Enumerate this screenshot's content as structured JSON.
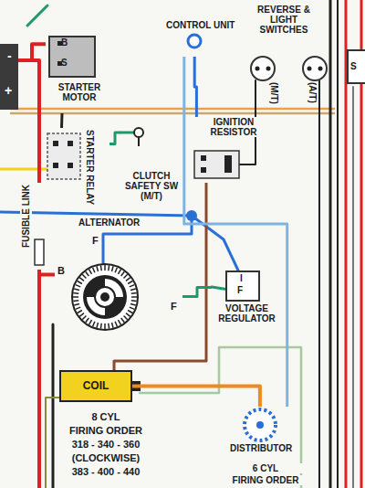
{
  "diagram": {
    "nodes": [
      {
        "text": [
          "-",
          "+"
        ]
      },
      {
        "text": [
          "B",
          "S",
          "STARTER MOTOR"
        ]
      },
      {
        "text": [
          "STARTER RELAY"
        ]
      },
      {
        "text": [
          "CLUTCH SAFETY SW (M/T)"
        ]
      },
      {
        "text": [
          "CONTROL UNIT"
        ]
      },
      {
        "text": [
          "REVERSE & LIGHT SWITCHES",
          "(M/T)"
        ]
      },
      {
        "text": [
          "(A/T)"
        ]
      },
      {
        "text": [
          "IGNITION RESISTOR"
        ]
      },
      {
        "text": [
          "FUSIBLE LINK"
        ]
      },
      {
        "text": [
          "ALTERNATOR",
          "F",
          "B",
          "F"
        ]
      },
      {
        "text": [
          "I",
          "F",
          "VOLTAGE REGULATOR"
        ]
      },
      {
        "text": [
          "COIL"
        ]
      },
      {
        "text": [
          "DISTRIBUTOR"
        ]
      }
    ],
    "edges": [
      {
        "from": 0,
        "to": 1,
        "arrow": "none"
      },
      {
        "from": 0,
        "to": 8,
        "arrow": "none"
      },
      {
        "from": 8,
        "to": 9,
        "arrow": "none"
      },
      {
        "from": 2,
        "to": 1,
        "arrow": "none"
      },
      {
        "from": 3,
        "to": 2,
        "arrow": "none"
      },
      {
        "from": 4,
        "to": 7,
        "arrow": "none"
      },
      {
        "from": 7,
        "to": 11,
        "arrow": "none"
      },
      {
        "from": 11,
        "to": 12,
        "arrow": "none"
      },
      {
        "from": 4,
        "to": 12,
        "arrow": "none"
      },
      {
        "from": 9,
        "to": 10,
        "arrow": "none"
      }
    ],
    "labels": [
      "S",
      "8 CYL",
      "FIRING ORDER",
      "318 - 340 - 360",
      "(CLOCKWISE)",
      "383 - 400 - 440",
      "6 CYL",
      "FIRING ORDER"
    ]
  }
}
